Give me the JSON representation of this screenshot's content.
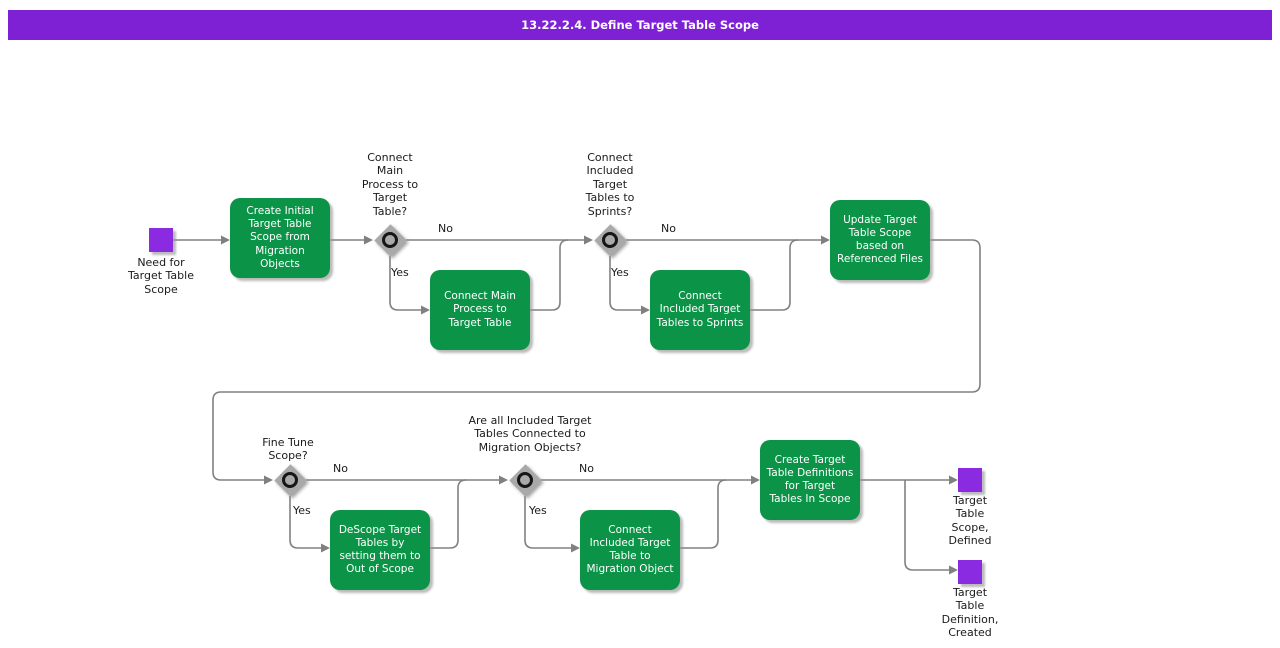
{
  "title": "13.22.2.4. Define Target Table Scope",
  "colors": {
    "title_bar": "#7e21d4",
    "activity": "#0b9447",
    "event": "#8a2be2",
    "connector": "#808080",
    "decision_fill": "#a9a9a9",
    "text": "#1a1a1a",
    "activity_text": "#ffffff"
  },
  "events": [
    {
      "label": "Need for\nTarget Table\nScope"
    },
    {
      "label": "Target\nTable\nScope,\nDefined"
    },
    {
      "label": "Target\nTable\nDefinition,\nCreated"
    }
  ],
  "activities": [
    {
      "label": "Create Initial\nTarget Table\nScope from\nMigration\nObjects"
    },
    {
      "label": "Connect Main\nProcess to\nTarget Table"
    },
    {
      "label": "Connect\nIncluded Target\nTables to Sprints"
    },
    {
      "label": "Update Target\nTable Scope\nbased on\nReferenced Files"
    },
    {
      "label": "DeScope Target\nTables by\nsetting them to\nOut of Scope"
    },
    {
      "label": "Connect\nIncluded Target\nTable to\nMigration Object"
    },
    {
      "label": "Create Target\nTable Definitions\nfor Target\nTables In Scope"
    }
  ],
  "decisions": [
    {
      "question": "Connect\nMain\nProcess to\nTarget\nTable?",
      "yes": "Yes",
      "no": "No"
    },
    {
      "question": "Connect\nIncluded\nTarget\nTables to\nSprints?",
      "yes": "Yes",
      "no": "No"
    },
    {
      "question": "Fine Tune\nScope?",
      "yes": "Yes",
      "no": "No"
    },
    {
      "question": "Are all Included Target\nTables Connected to\nMigration Objects?",
      "yes": "Yes",
      "no": "No"
    }
  ]
}
